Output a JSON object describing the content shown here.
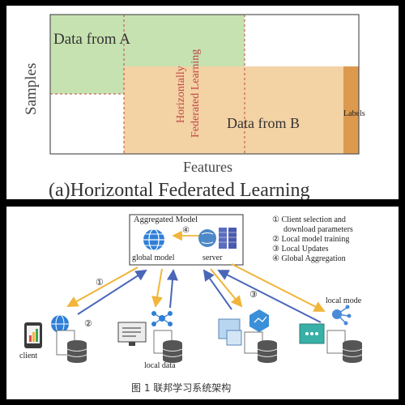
{
  "panel_a": {
    "y_axis_label": "Samples",
    "x_axis_label": "Features",
    "region_a_label": "Data from A",
    "region_b_label": "Data from B",
    "overlap_label_line1": "Horizontally",
    "overlap_label_line2": "Federated Learning",
    "labels_label": "Labels",
    "caption": "(a)Horizontal Federated Learning",
    "colors": {
      "a": "#c6e2b0",
      "b": "#f3d2a4",
      "labels": "#dd9a4e",
      "dashed": "#c0454a"
    }
  },
  "panel_b": {
    "aggregated_title": "Aggregated Model",
    "global_model_label": "global model",
    "server_label": "server",
    "step_between": "④",
    "legend": [
      "① Client selection and",
      "download parameters",
      "② Local model training",
      "③ Local Updates",
      "④ Global Aggregation"
    ],
    "arrow_labels": {
      "one": "①",
      "two": "②",
      "three": "③"
    },
    "client_label": "client",
    "local_data_label": "local data",
    "local_mode_label": "local mode",
    "figure_caption": "图 1   联邦学习系统架构",
    "colors": {
      "download": "#f0b53a",
      "upload": "#4a66b8"
    }
  }
}
